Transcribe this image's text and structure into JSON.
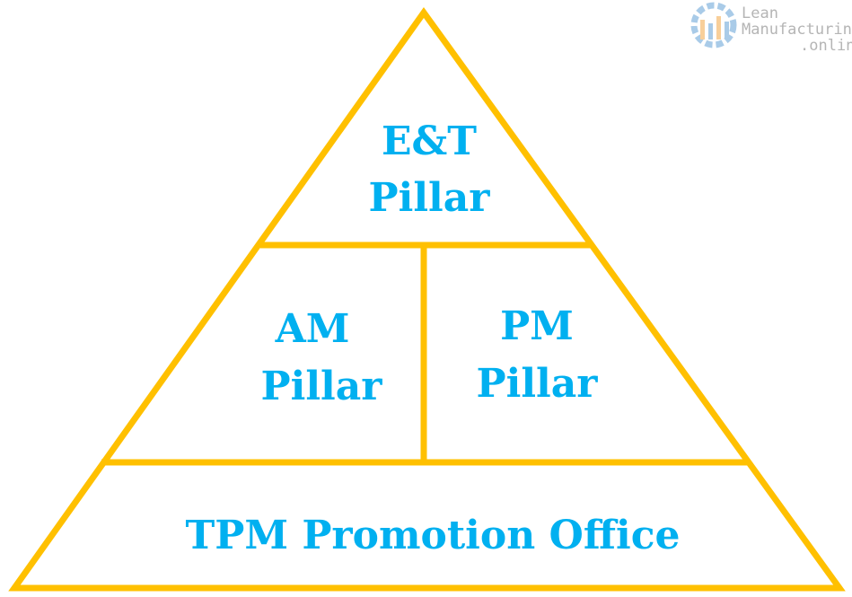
{
  "colors": {
    "outline": "#FFC000",
    "text": "#00B0F0"
  },
  "logo": {
    "line1": "Lean",
    "line2": "Manufacturing",
    "line3": ".online"
  },
  "pyramid": {
    "top": {
      "line1": "E&T",
      "line2": "Pillar"
    },
    "middle_left": {
      "line1": "AM",
      "line2": "Pillar"
    },
    "middle_right": {
      "line1": "PM",
      "line2": "Pillar"
    },
    "base": {
      "label": "TPM Promotion Office"
    }
  }
}
